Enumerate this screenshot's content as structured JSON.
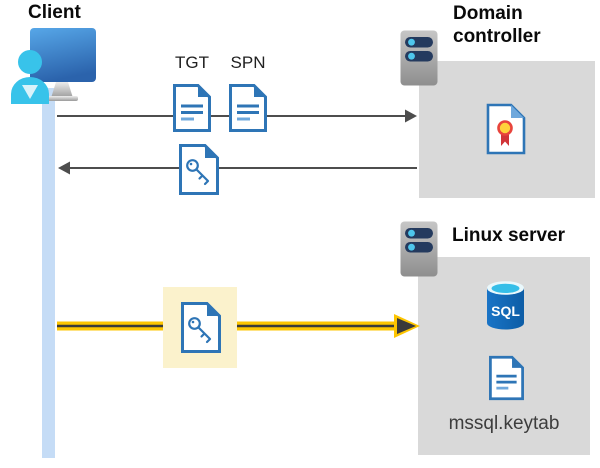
{
  "client": {
    "label": "Client"
  },
  "domain_controller": {
    "label": "Domain controller"
  },
  "linux_server": {
    "label": "Linux server",
    "sql_label": "SQL",
    "keytab_label": "mssql.keytab"
  },
  "flows": {
    "request": {
      "tgt_label": "TGT",
      "spn_label": "SPN"
    },
    "response": {
      "icon": "key-file-icon"
    },
    "auth": {
      "icon": "key-file-icon",
      "style": "yellow-highlight"
    }
  },
  "icons": {
    "client_user": "monitor-with-user-icon",
    "server": "server-rack-icon",
    "document": "document-file-icon",
    "key_file": "key-file-icon",
    "certificate": "certificate-file-icon",
    "sql_database": "sql-database-cylinder-icon",
    "keytab_file": "document-file-icon"
  },
  "colors": {
    "icon_blue": "#2E75B6",
    "icon_blue_light": "#6FA8DC",
    "arrow_gray": "#4D4D4D",
    "accent_yellow": "#FDC500",
    "highlight_yellow": "#FBF2CC",
    "box_gray": "#D9D9D9",
    "lifeline_blue": "#C5DCF6",
    "person_cyan": "#38C3EA",
    "server_bar_navy": "#243A5E",
    "server_dot_cyan": "#4EC6EC",
    "cert_red": "#D13438",
    "cert_gold": "#FFD23B",
    "keytab_text": "#3D3D3D"
  }
}
